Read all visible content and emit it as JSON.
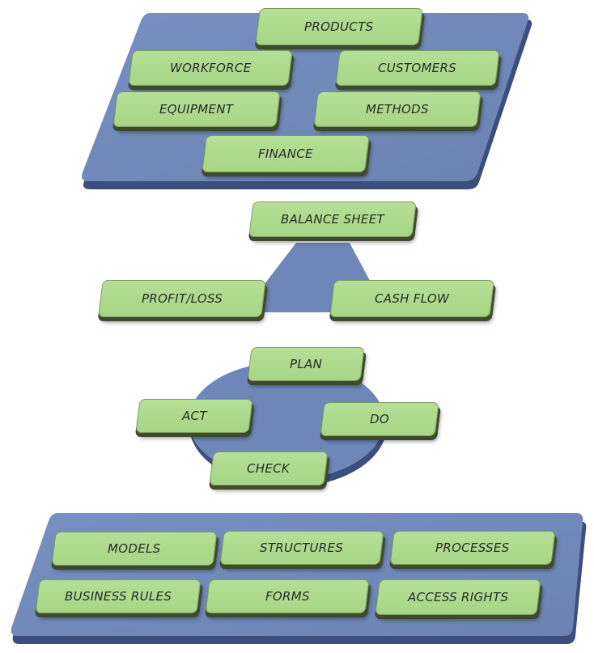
{
  "resources": {
    "products": "PRODUCTS",
    "workforce": "WORKFORCE",
    "customers": "CUSTOMERS",
    "equipment": "EQUIPMENT",
    "methods": "METHODS",
    "finance": "FINANCE"
  },
  "financials": {
    "balance_sheet": "BALANCE SHEET",
    "profit_loss": "PROFIT/LOSS",
    "cash_flow": "CASH FLOW"
  },
  "pdca": {
    "plan": "PLAN",
    "act": "ACT",
    "do": "DO",
    "check": "CHECK"
  },
  "foundation": {
    "models": "MODELS",
    "structures": "STRUCTURES",
    "processes": "PROCESSES",
    "business_rules": "BUSINESS RULES",
    "forms": "FORMS",
    "access_rights": "ACCESS RIGHTS"
  },
  "colors": {
    "platform": "#6f87b8",
    "platform_edge": "#3b4e7c",
    "box": "#a9d689",
    "box_shadow": "#3f4a2c"
  }
}
